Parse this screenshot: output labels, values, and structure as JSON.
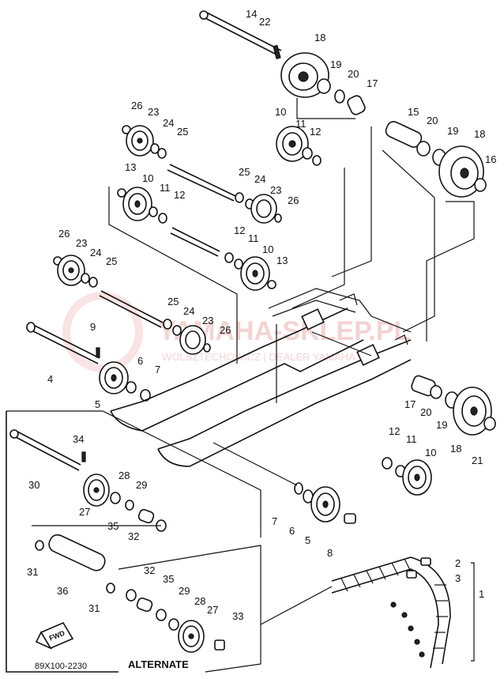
{
  "diagram": {
    "code": "89X100-2230",
    "alternate_label": "ALTERNATE",
    "fwd_label": "FWD",
    "watermark": {
      "main": "YAMAHA-SKLEP.PL",
      "sub": "WOLSZTECHOWICZ | DEALER YAMAHA"
    },
    "callouts": [
      {
        "id": "c14",
        "text": "14"
      },
      {
        "id": "c22",
        "text": "22"
      },
      {
        "id": "c18a",
        "text": "18"
      },
      {
        "id": "c19a",
        "text": "19"
      },
      {
        "id": "c20a",
        "text": "20"
      },
      {
        "id": "c17a",
        "text": "17"
      },
      {
        "id": "c26a",
        "text": "26"
      },
      {
        "id": "c23a",
        "text": "23"
      },
      {
        "id": "c24a",
        "text": "24"
      },
      {
        "id": "c25a",
        "text": "25"
      },
      {
        "id": "c10a",
        "text": "10"
      },
      {
        "id": "c11a",
        "text": "11"
      },
      {
        "id": "c12a",
        "text": "12"
      },
      {
        "id": "c15",
        "text": "15"
      },
      {
        "id": "c20b",
        "text": "20"
      },
      {
        "id": "c19b",
        "text": "19"
      },
      {
        "id": "c18b",
        "text": "18"
      },
      {
        "id": "c16",
        "text": "16"
      },
      {
        "id": "c13a",
        "text": "13"
      },
      {
        "id": "c10b",
        "text": "10"
      },
      {
        "id": "c11b",
        "text": "11"
      },
      {
        "id": "c12b",
        "text": "12"
      },
      {
        "id": "c25b",
        "text": "25"
      },
      {
        "id": "c24b",
        "text": "24"
      },
      {
        "id": "c23b",
        "text": "23"
      },
      {
        "id": "c26b",
        "text": "26"
      },
      {
        "id": "c26c",
        "text": "26"
      },
      {
        "id": "c23c",
        "text": "23"
      },
      {
        "id": "c24c",
        "text": "24"
      },
      {
        "id": "c25c",
        "text": "25"
      },
      {
        "id": "c12c",
        "text": "12"
      },
      {
        "id": "c11c",
        "text": "11"
      },
      {
        "id": "c10c",
        "text": "10"
      },
      {
        "id": "c13b",
        "text": "13"
      },
      {
        "id": "c9",
        "text": "9"
      },
      {
        "id": "c25d",
        "text": "25"
      },
      {
        "id": "c24d",
        "text": "24"
      },
      {
        "id": "c23d",
        "text": "23"
      },
      {
        "id": "c26d",
        "text": "26"
      },
      {
        "id": "c6a",
        "text": "6"
      },
      {
        "id": "c7a",
        "text": "7"
      },
      {
        "id": "c4",
        "text": "4"
      },
      {
        "id": "c5a",
        "text": "5"
      },
      {
        "id": "c17b",
        "text": "17"
      },
      {
        "id": "c20c",
        "text": "20"
      },
      {
        "id": "c19c",
        "text": "19"
      },
      {
        "id": "c18c",
        "text": "18"
      },
      {
        "id": "c21",
        "text": "21"
      },
      {
        "id": "c12d",
        "text": "12"
      },
      {
        "id": "c11d",
        "text": "11"
      },
      {
        "id": "c10d",
        "text": "10"
      },
      {
        "id": "c34",
        "text": "34"
      },
      {
        "id": "c30",
        "text": "30"
      },
      {
        "id": "c28a",
        "text": "28"
      },
      {
        "id": "c29a",
        "text": "29"
      },
      {
        "id": "c27a",
        "text": "27"
      },
      {
        "id": "c35a",
        "text": "35"
      },
      {
        "id": "c32a",
        "text": "32"
      },
      {
        "id": "c7b",
        "text": "7"
      },
      {
        "id": "c6b",
        "text": "6"
      },
      {
        "id": "c5b",
        "text": "5"
      },
      {
        "id": "c8",
        "text": "8"
      },
      {
        "id": "c2",
        "text": "2"
      },
      {
        "id": "c3",
        "text": "3"
      },
      {
        "id": "c1",
        "text": "1"
      },
      {
        "id": "c31a",
        "text": "31"
      },
      {
        "id": "c36",
        "text": "36"
      },
      {
        "id": "c31b",
        "text": "31"
      },
      {
        "id": "c32b",
        "text": "32"
      },
      {
        "id": "c35b",
        "text": "35"
      },
      {
        "id": "c29b",
        "text": "29"
      },
      {
        "id": "c28b",
        "text": "28"
      },
      {
        "id": "c27b",
        "text": "27"
      },
      {
        "id": "c33",
        "text": "33"
      }
    ]
  }
}
